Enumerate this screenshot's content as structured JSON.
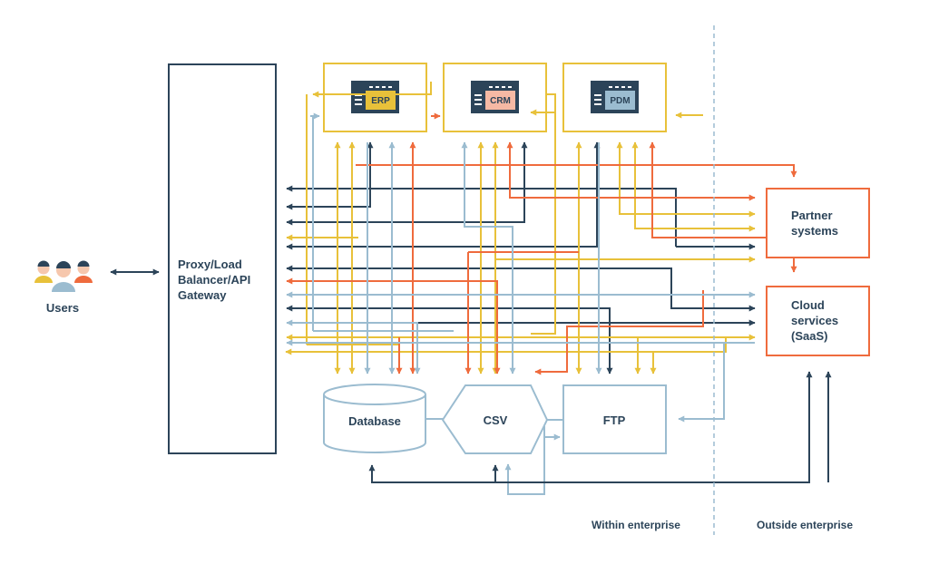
{
  "colors": {
    "navy": "#2c4459",
    "yellow": "#e8c13a",
    "orange": "#ef6b3d",
    "light_blue": "#9bbcd0",
    "erp": "#e8c13a",
    "crm": "#f6b9a4",
    "pdm": "#9bbcd0"
  },
  "users": {
    "label": "Users"
  },
  "gateway": {
    "label_lines": [
      "Proxy/Load",
      "Balancer/API",
      "Gateway"
    ]
  },
  "systems": {
    "erp": "ERP",
    "crm": "CRM",
    "pdm": "PDM"
  },
  "storage": {
    "database": "Database",
    "csv": "CSV",
    "ftp": "FTP"
  },
  "external": {
    "partner_lines": [
      "Partner",
      "systems"
    ],
    "cloud_lines": [
      "Cloud",
      "services",
      "(SaaS)"
    ]
  },
  "zones": {
    "within": "Within enterprise",
    "outside": "Outside enterprise"
  }
}
